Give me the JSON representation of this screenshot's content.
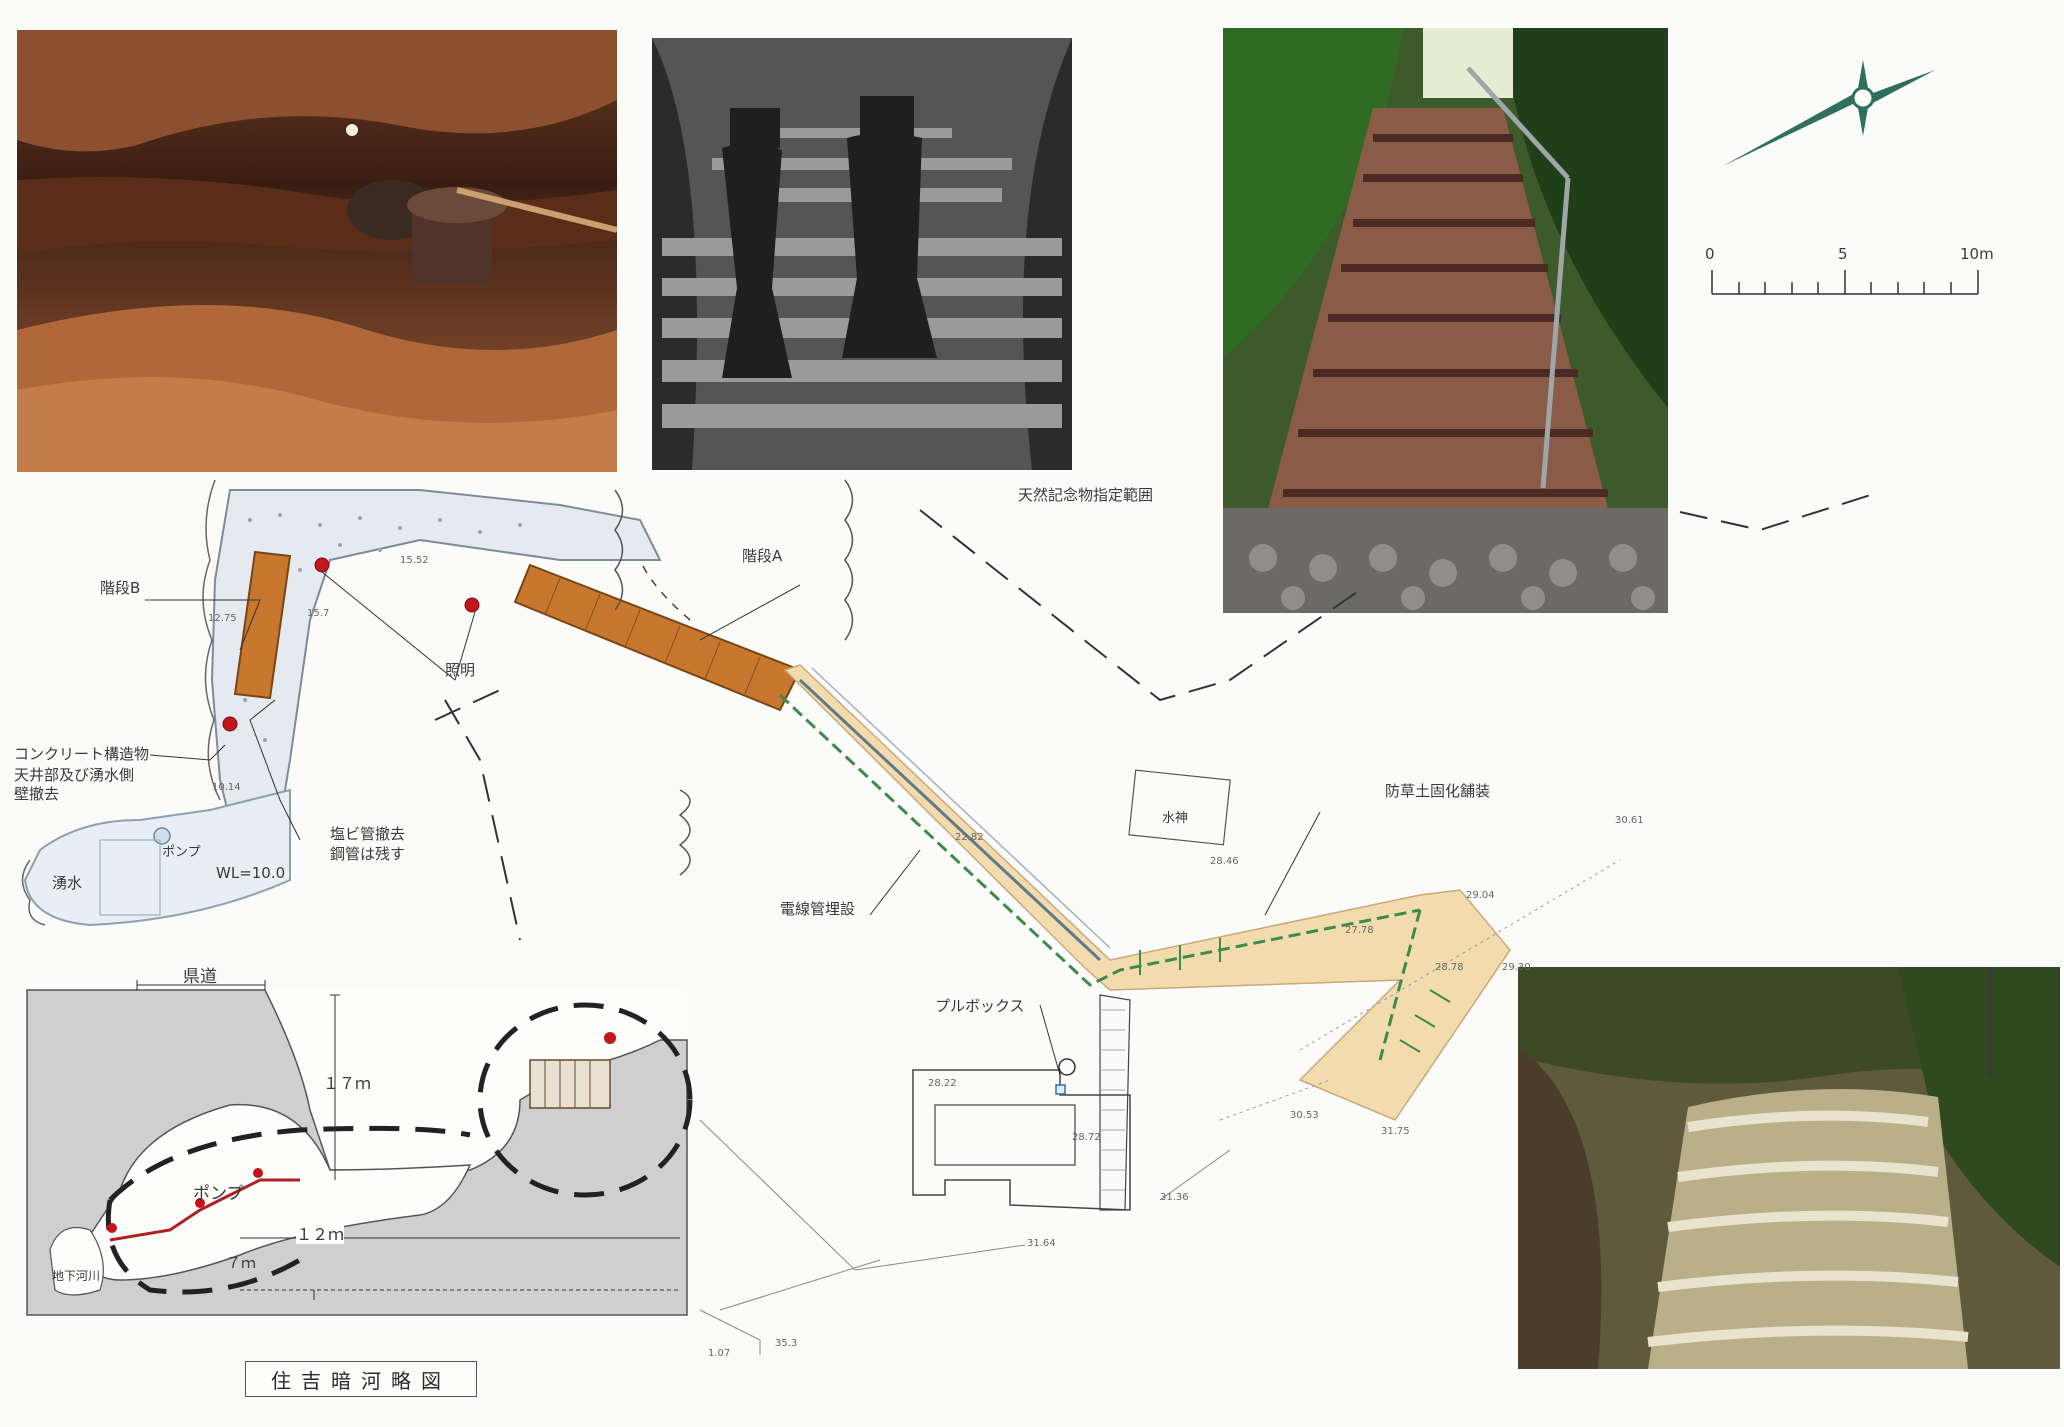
{
  "labels": {
    "stairs_a": "階段A",
    "stairs_b": "階段B",
    "lighting": "照明",
    "natural_monument": "天然記念物指定範囲",
    "concrete_structure": "コンクリート構造物",
    "ceiling_removal_1": "天井部及び湧水側",
    "ceiling_removal_2": "壁撤去",
    "pvc_removal_1": "塩ビ管撤去",
    "pvc_removal_2": "鋼管は残す",
    "pump": "ポンプ",
    "wl": "WL=10.0",
    "spring": "湧水",
    "electric_conduit": "電線管埋設",
    "soil_paving": "防草土固化舗装",
    "water_god": "水神",
    "pull_box": "プルボックス",
    "prefectural_road": "県道",
    "section_height": "１７ｍ",
    "section_length": "１２ｍ",
    "section_depth": "７ｍ",
    "section_pump": "ポンプ",
    "underground_river": "地下河川",
    "diagram_title": "住吉暗河略図"
  },
  "scale_bar": {
    "ticks": [
      "0",
      "5",
      "10m"
    ]
  },
  "elevations": {
    "e1": "22.82",
    "e2": "30.61",
    "e3": "29.04",
    "e4": "27.78",
    "e5": "28.78",
    "e6": "29.30",
    "e7": "31.75",
    "e8": "30.53",
    "e9": "31.36",
    "e10": "28.22",
    "e11": "28.72",
    "e12": "28.46",
    "e13": "31.64",
    "e14": "15.52",
    "e15": "15.7",
    "e16": "10.14",
    "e17": "35.3",
    "e18": "1.07",
    "e19": "12.75"
  },
  "colors": {
    "paving": "#f2dcae",
    "stairs": "#c7772e",
    "lamp": "#c3161c",
    "conduit": "#3e8a4c",
    "compass": "#2f6f5e",
    "concrete_fill": "#e4eaef"
  },
  "icons": [
    "north-arrow-icon",
    "lamp-icon",
    "pump-icon"
  ]
}
